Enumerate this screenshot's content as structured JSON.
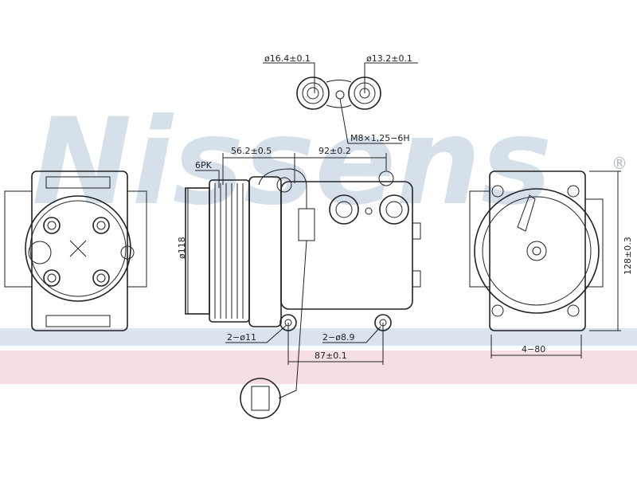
{
  "watermark": {
    "brand": "Nissens",
    "registered": "®",
    "color": "#c9d6e4",
    "band_blue": "#dbe4ee",
    "band_pink": "#f6dfe3"
  },
  "dimensions": {
    "port_large": "ø16.4±0.1",
    "port_small": "ø13.2±0.1",
    "thread": "M8×1,25−6H",
    "pulley_type": "6PK",
    "pulley_offset": "56.2±0.5",
    "port_spacing": "92±0.2",
    "pulley_diameter": "ø118",
    "mount_hole_large": "2−ø11",
    "mount_hole_small": "2−ø8.9",
    "mount_spacing": "87±0.1",
    "height": "128±0.3",
    "rear_bolts": "4−80"
  }
}
